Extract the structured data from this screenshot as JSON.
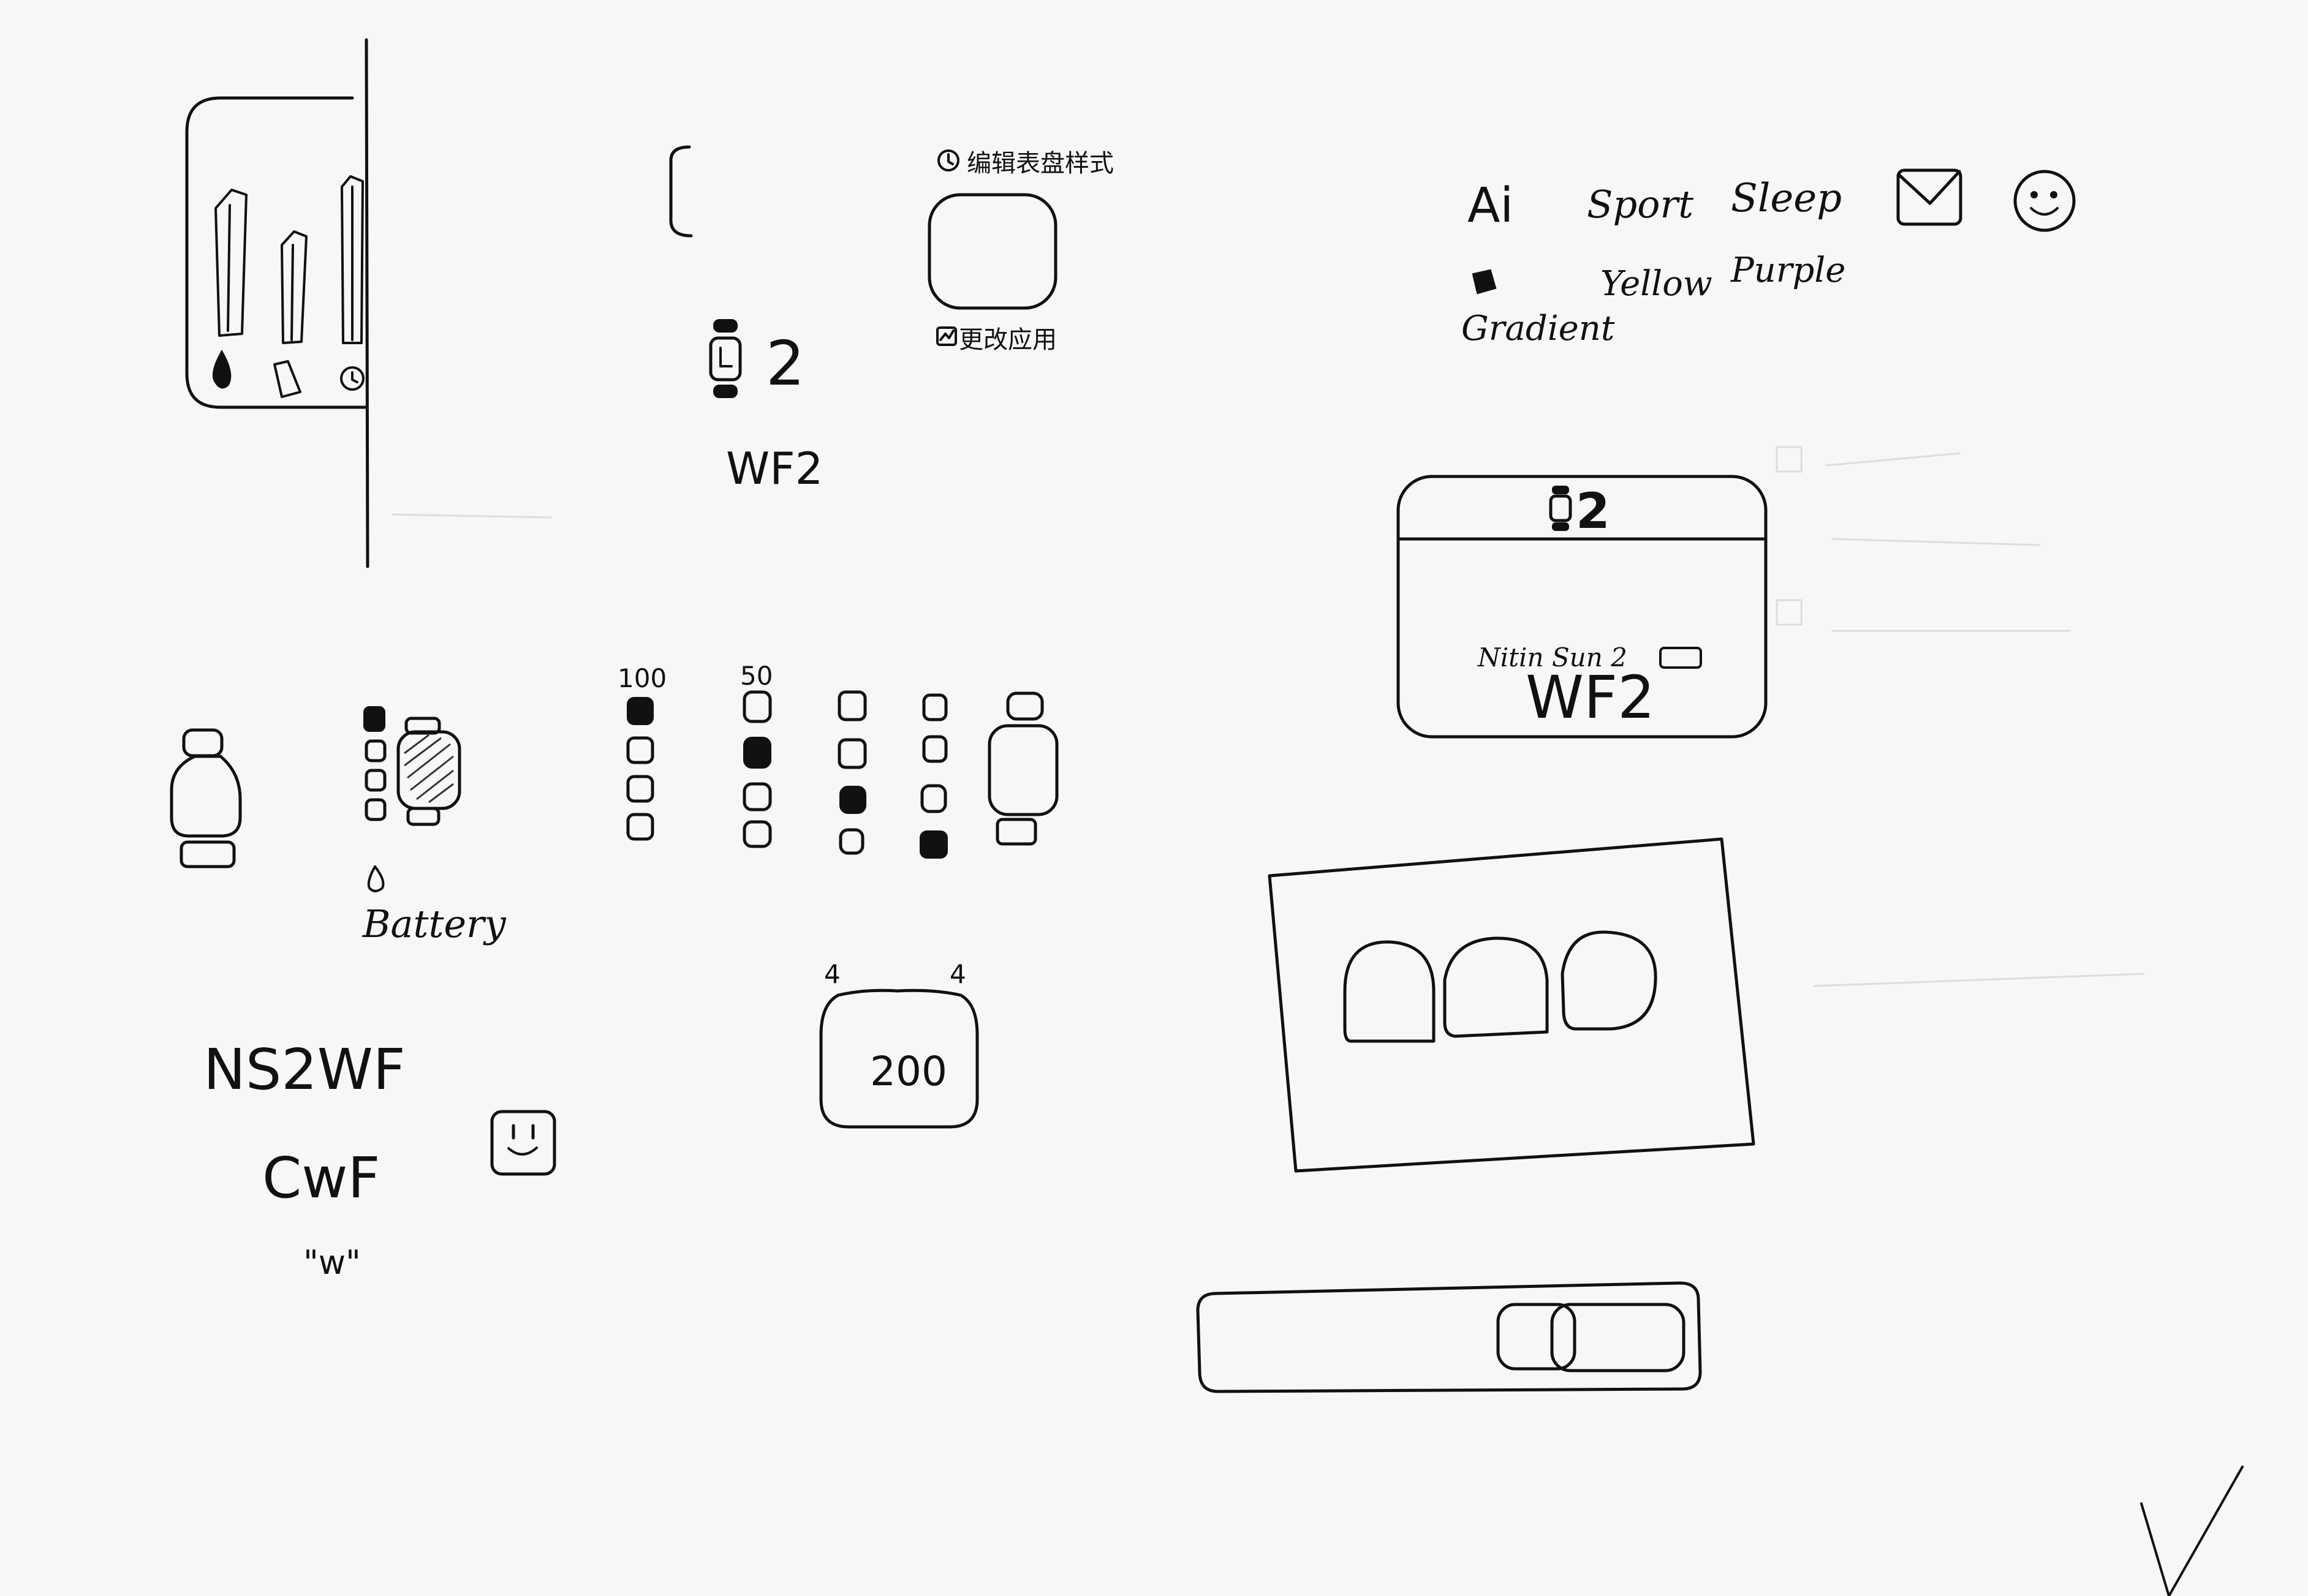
{
  "top_center": {
    "watch_count_text": "2",
    "watch_face_label": "WF2",
    "top_label_cn": "编辑表盘样式",
    "bottom_label_cn": "更改应用"
  },
  "top_right": {
    "categories": [
      "Ai",
      "Sport",
      "Sleep"
    ],
    "colors": [
      "Gradient",
      "Yellow",
      "Purple"
    ],
    "envelope_icon": "envelope-icon",
    "smile_icon": "smile-icon"
  },
  "device_card": {
    "count_text": "2",
    "subtitle": "Nitin Sun 2",
    "title": "WF2"
  },
  "battery_section": {
    "label": "Battery"
  },
  "levels": {
    "header_a": "100",
    "header_b": "50"
  },
  "counter_card": {
    "value": "200",
    "left_corner": "4",
    "right_corner": "4"
  },
  "bottom_left": {
    "line1": "NS2WF",
    "line2": "CwF",
    "kaomoji": "\"w\""
  }
}
